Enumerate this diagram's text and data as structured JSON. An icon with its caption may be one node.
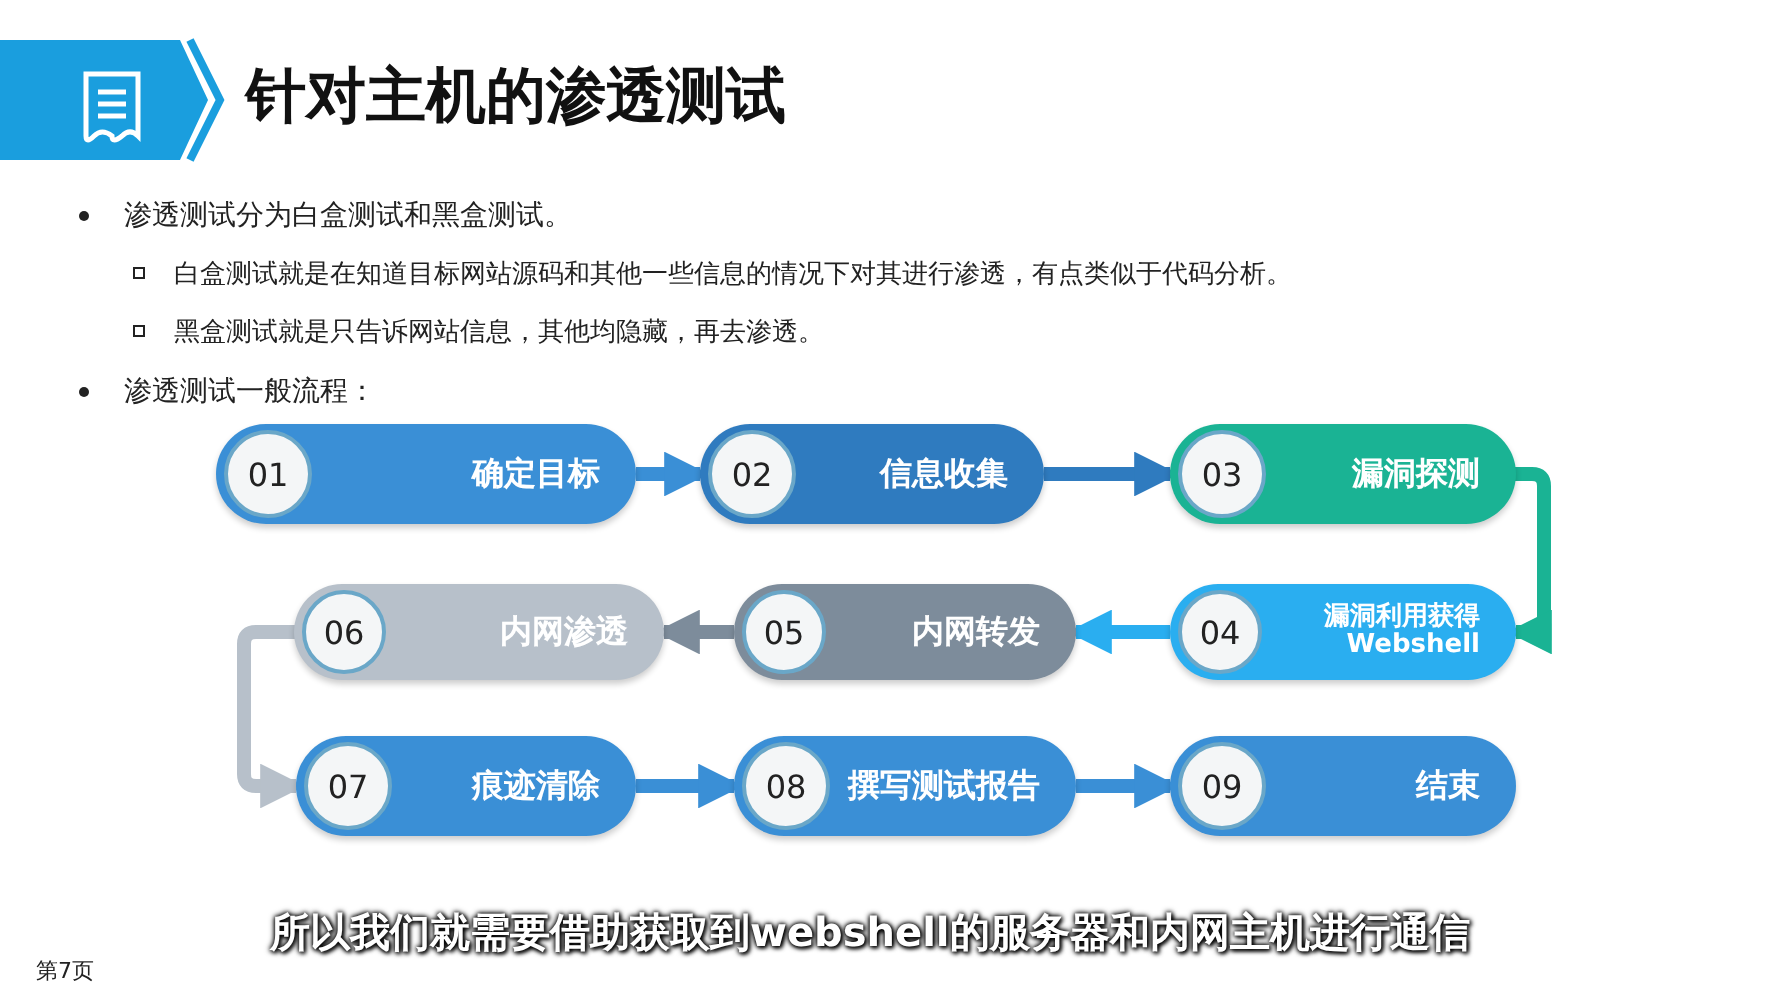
{
  "diagram": {
    "title": "针对主机的渗透测试",
    "nodes": [
      {
        "text": [
          "01",
          "确定目标"
        ]
      },
      {
        "text": [
          "02",
          "信息收集"
        ]
      },
      {
        "text": [
          "03",
          "漏洞探测"
        ]
      },
      {
        "text": [
          "04",
          "漏洞利用获得Webshell"
        ]
      },
      {
        "text": [
          "05",
          "内网转发"
        ]
      },
      {
        "text": [
          "06",
          "内网渗透"
        ]
      },
      {
        "text": [
          "07",
          "痕迹清除"
        ]
      },
      {
        "text": [
          "08",
          "撰写测试报告"
        ]
      },
      {
        "text": [
          "09",
          "结束"
        ]
      }
    ],
    "edges": [
      {
        "from": 0,
        "to": 1,
        "arrow": "to"
      },
      {
        "from": 1,
        "to": 2,
        "arrow": "to",
        "color": "#2f7bbf"
      },
      {
        "from": 2,
        "to": 3,
        "arrow": "to",
        "color": "#1ab394"
      },
      {
        "from": 3,
        "to": 4,
        "arrow": "to",
        "color": "#2aaef0"
      },
      {
        "from": 4,
        "to": 5,
        "arrow": "to",
        "color": "#7d8c9b"
      },
      {
        "from": 5,
        "to": 6,
        "arrow": "to",
        "color": "#b7c0ca"
      },
      {
        "from": 6,
        "to": 7,
        "arrow": "to"
      },
      {
        "from": 7,
        "to": 8,
        "arrow": "to"
      }
    ],
    "labels": [
      "渗透测试分为白盒测试和黑盒测试。",
      "白盒测试就是在知道目标网站源码和其他一些信息的情况下对其进行渗透，有点类似于代码分析。",
      "黑盒测试就是只告诉网站信息，其他均隐藏，再去渗透。",
      "渗透测试一般流程：",
      "所以我们就需要借助获取到webshell的服务器和内网主机进行通信",
      "第7页"
    ]
  }
}
